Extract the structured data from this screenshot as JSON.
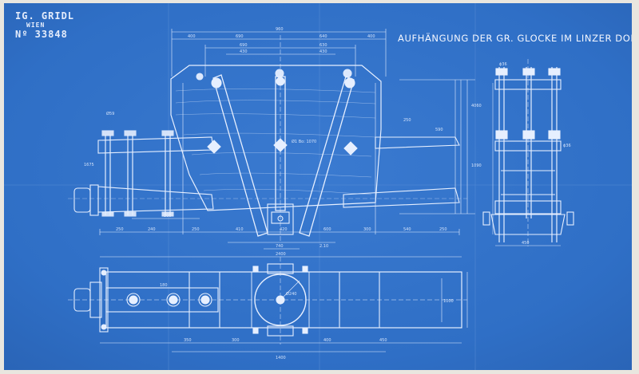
{
  "sheet": {
    "paper_color": "#2f6fc6",
    "line_color": "#e6efff",
    "margin_color": "#e9e6df"
  },
  "stamp": {
    "line1": "IG. GRIDL",
    "line2": "WIEN",
    "line3": "Nº 33848"
  },
  "title": "AUFHÄNGUNG DER GR. GLOCKE IM LINZER DOM."
}
